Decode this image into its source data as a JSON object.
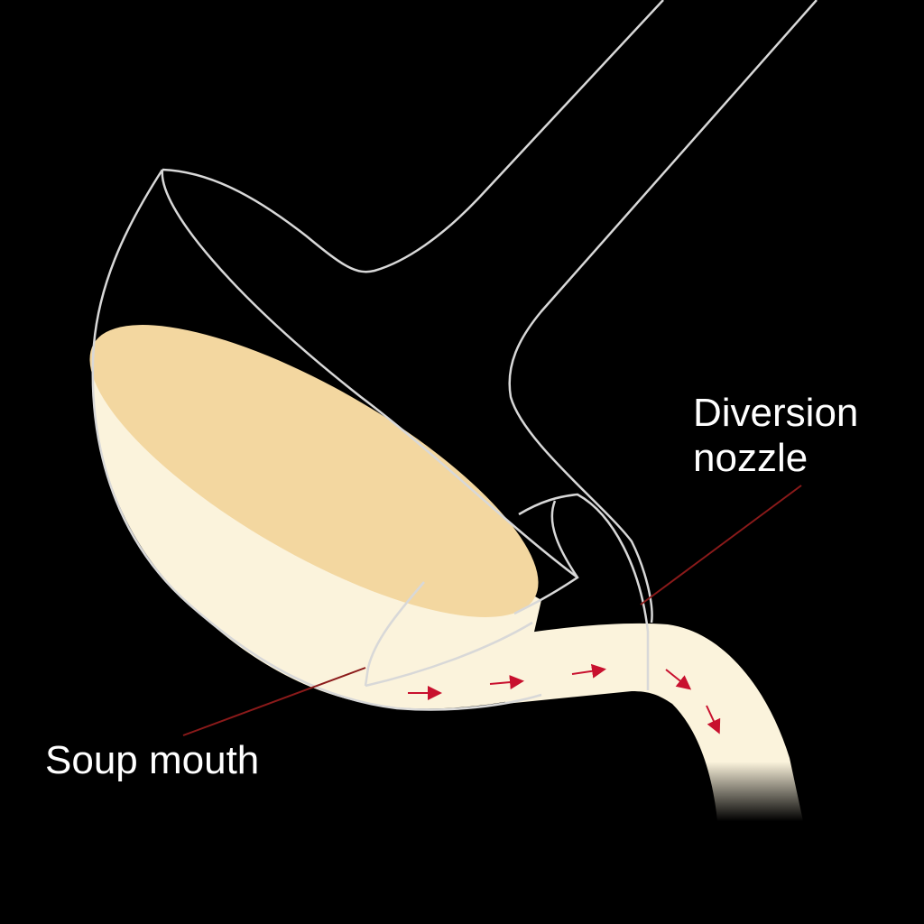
{
  "labels": {
    "diversion_nozzle": "Diversion nozzle",
    "soup_mouth": "Soup mouth"
  },
  "colors": {
    "background": "#000000",
    "outline": "#d8d8d8",
    "soup_surface": "#f3d7a0",
    "soup_body": "#fbf3dc",
    "arrow": "#c8102e",
    "leader_line": "#8b1a1a"
  },
  "flow_arrows": 5
}
